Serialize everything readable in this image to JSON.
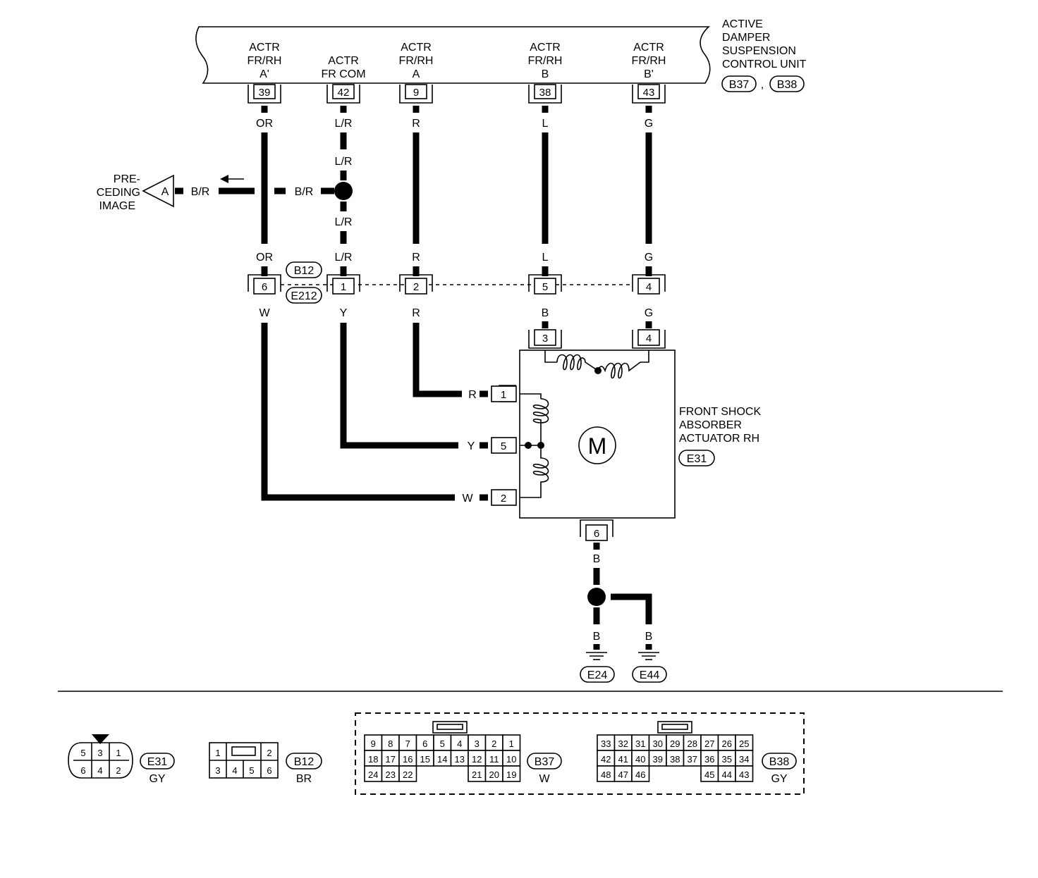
{
  "control_unit": {
    "name_lines": [
      "ACTIVE",
      "DAMPER",
      "SUSPENSION",
      "CONTROL UNIT"
    ],
    "connectors": [
      "B37",
      "B38"
    ],
    "connector_sep": ",",
    "terminals": [
      {
        "label_lines": [
          "ACTR",
          "FR/RH",
          "A'"
        ],
        "pin": "39",
        "wire": "OR"
      },
      {
        "label_lines": [
          "ACTR",
          "FR COM"
        ],
        "pin": "42",
        "wire": "L/R"
      },
      {
        "label_lines": [
          "ACTR",
          "FR/RH",
          "A"
        ],
        "pin": "9",
        "wire": "R"
      },
      {
        "label_lines": [
          "ACTR",
          "FR/RH",
          "B"
        ],
        "pin": "38",
        "wire": "L"
      },
      {
        "label_lines": [
          "ACTR",
          "FR/RH",
          "B'"
        ],
        "pin": "43",
        "wire": "G"
      }
    ]
  },
  "splice": {
    "wire_above": "L/R",
    "wire_below": "L/R",
    "branch_wire": "B/R",
    "branch_wire_2": "B/R",
    "reference_letter": "A",
    "reference_lines": [
      "PRE-",
      "CEDING",
      "IMAGE"
    ]
  },
  "joint": {
    "connectors": [
      "B12",
      "E212"
    ],
    "terminals": [
      {
        "wire_top": "OR",
        "pin": "6",
        "wire_bottom": "W"
      },
      {
        "wire_top": "L/R",
        "pin": "1",
        "wire_bottom": "Y"
      },
      {
        "wire_top": "R",
        "pin": "2",
        "wire_bottom": "R"
      },
      {
        "wire_top": "L",
        "pin": "5",
        "wire_bottom": "B"
      },
      {
        "wire_top": "G",
        "pin": "4",
        "wire_bottom": "G"
      }
    ]
  },
  "actuator": {
    "name_lines": [
      "FRONT SHOCK",
      "ABSORBER",
      "ACTUATOR RH"
    ],
    "connector": "E31",
    "motor_symbol": "M",
    "top_pins": [
      "3",
      "4"
    ],
    "side_pins": [
      {
        "pin": "1",
        "wire": "R"
      },
      {
        "pin": "5",
        "wire": "Y"
      },
      {
        "pin": "2",
        "wire": "W"
      }
    ],
    "bottom_pin": "6",
    "ground_wire": "B",
    "ground_wire_left": "B",
    "ground_wire_right": "B",
    "grounds": [
      "E24",
      "E44"
    ]
  },
  "connector_views": {
    "e31": {
      "name": "E31",
      "color": "GY",
      "rows": [
        [
          "5",
          "3",
          "1"
        ],
        [
          "6",
          "4",
          "2"
        ]
      ]
    },
    "b12": {
      "name": "B12",
      "color": "BR",
      "rows": [
        [
          "1",
          "",
          "2"
        ],
        [
          "3",
          "4",
          "5",
          "6"
        ]
      ]
    },
    "b37": {
      "name": "B37",
      "color": "W",
      "rows": [
        [
          "9",
          "8",
          "7",
          "6",
          "5",
          "4",
          "3",
          "2",
          "1"
        ],
        [
          "18",
          "17",
          "16",
          "15",
          "14",
          "13",
          "12",
          "11",
          "10"
        ],
        [
          "24",
          "23",
          "22",
          "",
          "",
          "",
          "21",
          "20",
          "19"
        ]
      ]
    },
    "b38": {
      "name": "B38",
      "color": "GY",
      "rows": [
        [
          "33",
          "32",
          "31",
          "30",
          "29",
          "28",
          "27",
          "26",
          "25"
        ],
        [
          "42",
          "41",
          "40",
          "39",
          "38",
          "37",
          "36",
          "35",
          "34"
        ],
        [
          "48",
          "47",
          "46",
          "",
          "",
          "",
          "45",
          "44",
          "43"
        ]
      ]
    }
  }
}
